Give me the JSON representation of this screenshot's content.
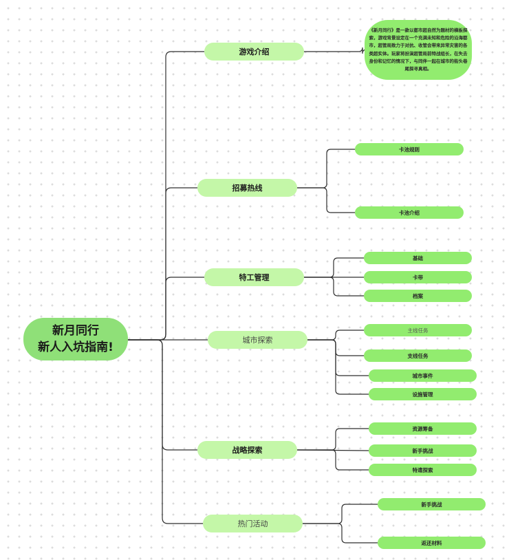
{
  "root": {
    "label": "新月同行\n新人入坑指南!"
  },
  "note": "《新月同行》是一款以都市超自然为题材的横板探索，游戏背景设定在一个充满未知和危险的沿海都市，超管局致力于对抗、收管会带来异常灾害的各类超实体。玩家将扮演超管局前特战组长，在失去身份和记忆的情况下，与同伴一起在城市的街头巷尾探寻真相。",
  "branches": [
    {
      "label": "游戏介绍",
      "children": []
    },
    {
      "label": "招募热线",
      "children": [
        "卡池规则",
        "卡池介绍"
      ]
    },
    {
      "label": "特工管理",
      "children": [
        "基础",
        "卡带",
        "档案"
      ]
    },
    {
      "label": "城市探索",
      "children": [
        "主线任务",
        "支线任务",
        "城市事件",
        "设施管理"
      ]
    },
    {
      "label": "战略探索",
      "children": [
        "资源筹备",
        "新手挑战",
        "特遣探索"
      ]
    },
    {
      "label": "热门活动",
      "children": [
        "新手挑战",
        "返还材料"
      ]
    }
  ]
}
